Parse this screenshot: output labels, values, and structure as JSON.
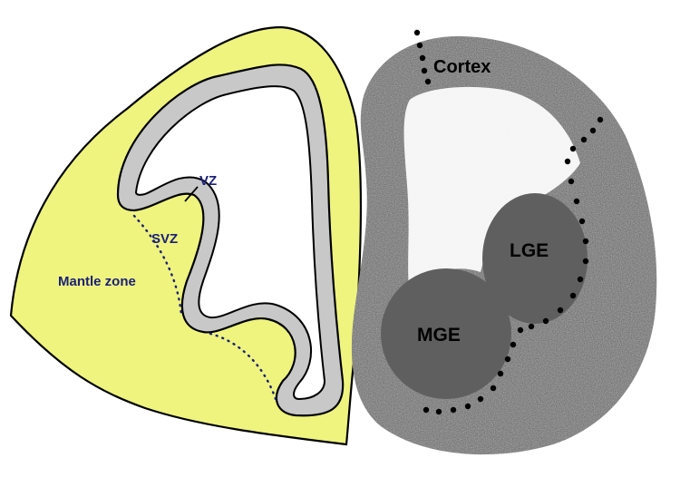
{
  "colors": {
    "mantle_fill": "#EEF47E",
    "ventricle_lining_fill": "#C8C8C8",
    "outline": "#000000",
    "label_left": "#1A1F7A",
    "tissue_dark": "#5F5F5F",
    "tissue_mid": "#8A8A8A",
    "dots": "#000000"
  },
  "left_schematic": {
    "labels": {
      "vz": "VZ",
      "svz": "SVZ",
      "mantle_zone": "Mantle zone"
    }
  },
  "right_section": {
    "labels": {
      "cortex": "Cortex",
      "lge": "LGE",
      "mge": "MGE"
    }
  }
}
